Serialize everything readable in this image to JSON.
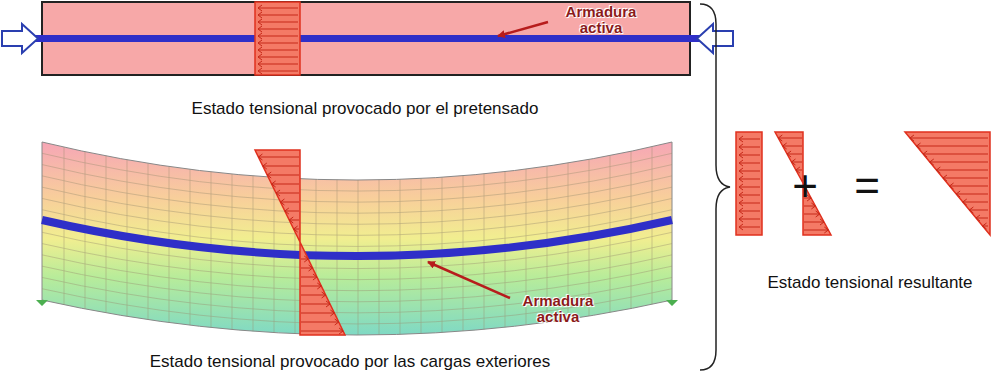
{
  "diagram": {
    "labels": [
      "Armadura activa",
      "Estado tensional provocado por el pretensado",
      "Armadura activa",
      "Estado tensional provocado por las cargas exteriores",
      "+",
      "=",
      "Estado tensional resultante"
    ]
  }
}
